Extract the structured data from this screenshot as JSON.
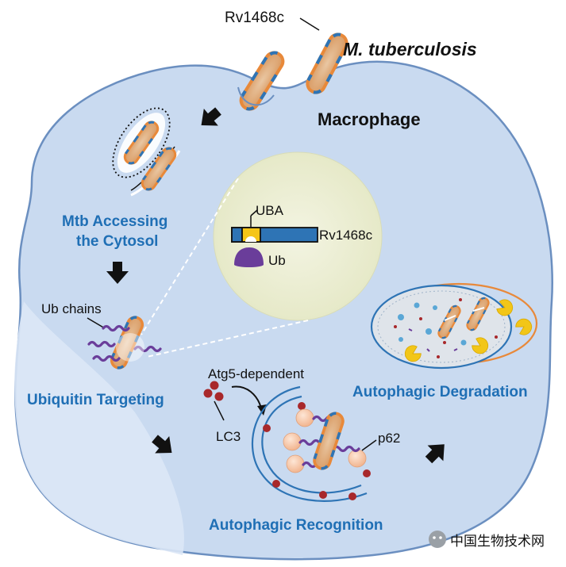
{
  "labels": {
    "rv1468c_top": "Rv1468c",
    "organism": "M. tuberculosis",
    "macrophage": "Macrophage",
    "mtb_accessing_1": "Mtb Accessing",
    "mtb_accessing_2": "the Cytosol",
    "uba": "UBA",
    "rv1468c_domain": "Rv1468c",
    "ub": "Ub",
    "ub_chains": "Ub chains",
    "ubiquitin_targeting": "Ubiquitin Targeting",
    "atg5": "Atg5-dependent",
    "lc3": "LC3",
    "p62": "p62",
    "autophagic_degradation": "Autophagic Degradation",
    "autophagic_recognition": "Autophagic Recognition",
    "watermark": "中国生物技术网"
  },
  "colors": {
    "cell_fill": "#c9daf0",
    "cell_stroke": "#6b8fc0",
    "bacterium_orange": "#e8913c",
    "bacterium_core": "#d9a77a",
    "bacterium_band": "#2e74b5",
    "zoom_circle": "#eef0d8",
    "blue_label": "#1f6fb5",
    "ub_purple": "#6a3d9a",
    "lc3_red": "#a8282b",
    "p62_peach": "#f7c8a8",
    "lysosome_yellow": "#f2c618",
    "uba_yellow": "#f5c518"
  },
  "icons": [
    "arrow-icon",
    "wechat-logo-icon"
  ]
}
